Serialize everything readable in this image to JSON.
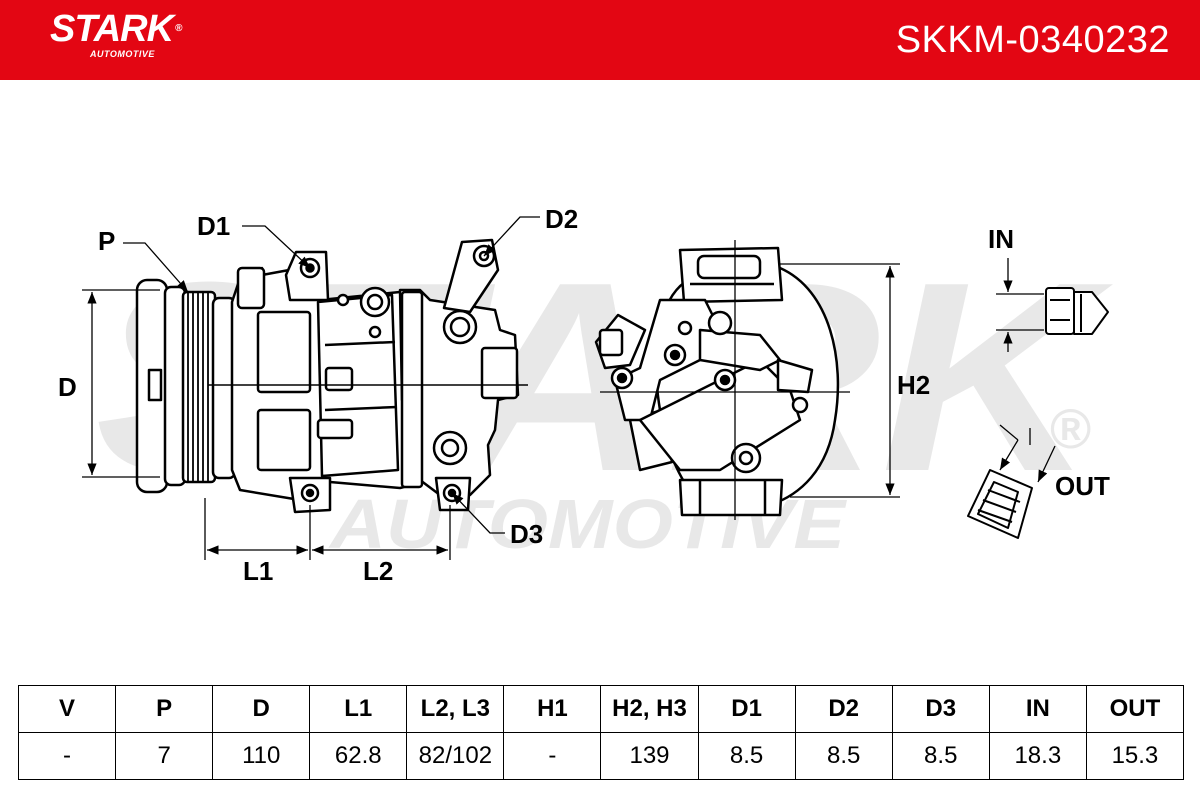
{
  "header": {
    "brand": "STARK",
    "brand_sub": "AUTOMOTIVE",
    "part_number": "SKKM-0340232",
    "background_color": "#e30613"
  },
  "watermark": {
    "main": "STARK",
    "sub": "AUTOMOTIVE",
    "registered": "®"
  },
  "drawing": {
    "labels": {
      "p": "P",
      "d": "D",
      "d1": "D1",
      "d2": "D2",
      "d3": "D3",
      "l1": "L1",
      "l2": "L2",
      "h2": "H2",
      "in": "IN",
      "out": "OUT"
    }
  },
  "spec_table": {
    "headers": [
      "V",
      "P",
      "D",
      "L1",
      "L2, L3",
      "H1",
      "H2, H3",
      "D1",
      "D2",
      "D3",
      "IN",
      "OUT"
    ],
    "values": [
      "-",
      "7",
      "110",
      "62.8",
      "82/102",
      "-",
      "139",
      "8.5",
      "8.5",
      "8.5",
      "18.3",
      "15.3"
    ]
  }
}
